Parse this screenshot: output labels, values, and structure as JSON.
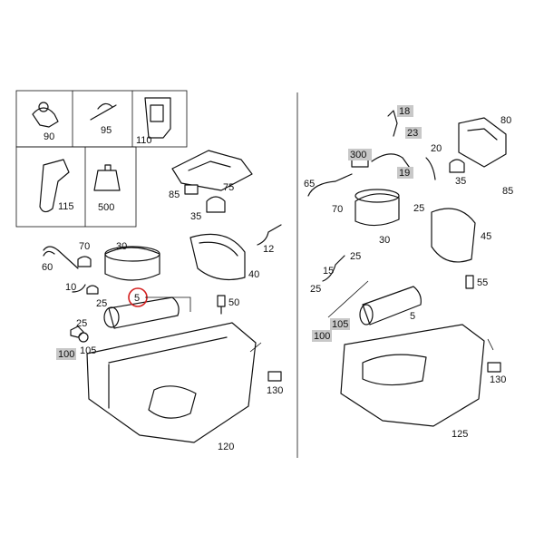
{
  "left_diagram": {
    "callouts": [
      "90",
      "95",
      "110",
      "115",
      "500",
      "85",
      "75",
      "35",
      "12",
      "70",
      "30",
      "60",
      "40",
      "10",
      "5",
      "25",
      "50",
      "100",
      "105",
      "120",
      "130"
    ],
    "highlighted": "5",
    "tagged": [
      "100"
    ]
  },
  "right_diagram": {
    "callouts": [
      "18",
      "23",
      "300",
      "20",
      "80",
      "19",
      "65",
      "70",
      "35",
      "85",
      "25",
      "30",
      "45",
      "15",
      "55",
      "105",
      "100",
      "5",
      "130",
      "125"
    ],
    "tagged": [
      "18",
      "23",
      "300",
      "19",
      "105",
      "100"
    ]
  },
  "colors": {
    "line": "#111111",
    "tag": "#c8c8c8",
    "highlight": "#d42020"
  }
}
